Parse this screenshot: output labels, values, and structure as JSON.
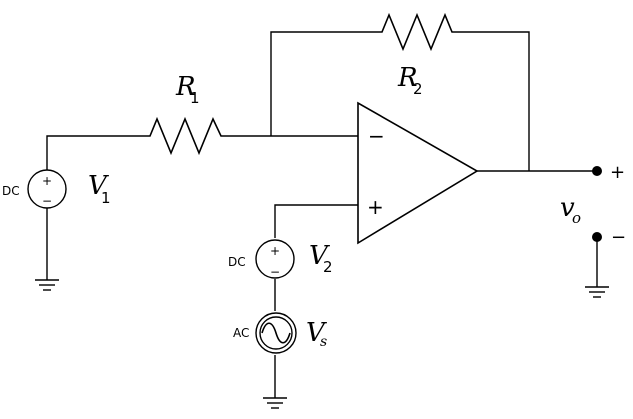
{
  "labels": {
    "r1": {
      "main": "R",
      "sub": "1"
    },
    "r2": {
      "main": "R",
      "sub": "2"
    },
    "v1": {
      "main": "V",
      "sub": "1"
    },
    "v2": {
      "main": "V",
      "sub": "2"
    },
    "vs": {
      "main": "V",
      "sub": "s"
    },
    "vo": {
      "main": "v",
      "sub": "o"
    }
  },
  "sources": {
    "v1_type": "DC",
    "v2_type": "DC",
    "vs_type": "AC"
  },
  "symbols": {
    "plus": "+",
    "minus": "−",
    "src_plus": "+",
    "src_minus": "−"
  }
}
